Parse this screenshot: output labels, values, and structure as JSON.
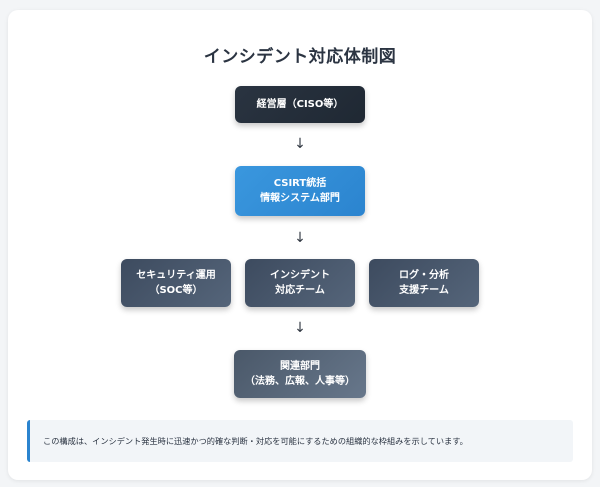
{
  "title": "インシデント対応体制図",
  "nodes": {
    "executive": {
      "line1": "経営層（CISO等）"
    },
    "csirt": {
      "line1": "CSIRT統括",
      "line2": "情報システム部門"
    },
    "soc": {
      "line1": "セキュリティ運用",
      "line2": "（SOC等）"
    },
    "incident_team": {
      "line1": "インシデント",
      "line2": "対応チーム"
    },
    "log_team": {
      "line1": "ログ・分析",
      "line2": "支援チーム"
    },
    "related": {
      "line1": "関連部門",
      "line2": "（法務、広報、人事等）"
    }
  },
  "arrows": {
    "symbol": "↓"
  },
  "note": "この構成は、インシデント発生時に迅速かつ的確な判断・対応を可能にするための組織的な枠組みを示しています。",
  "colors": {
    "executive": "#222b36",
    "csirt": "#3190d8",
    "team": "#4a596d",
    "related": "#5b6a7d",
    "accent": "#2b84cf"
  }
}
